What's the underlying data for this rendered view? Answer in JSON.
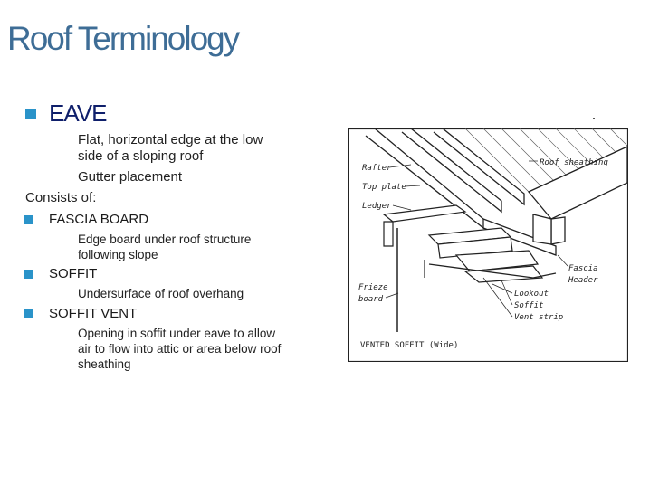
{
  "slide": {
    "title": "Roof Terminology",
    "eave": {
      "heading": "EAVE",
      "lines": [
        "Flat, horizontal edge at the low",
        "side of a sloping roof",
        "Gutter placement"
      ]
    },
    "consists_of": "Consists of:",
    "items": [
      {
        "heading": "FASCIA BOARD",
        "lines": [
          "Edge board under roof structure",
          "following slope"
        ]
      },
      {
        "heading": "SOFFIT",
        "lines": [
          "Undersurface of roof overhang"
        ]
      },
      {
        "heading": "SOFFIT VENT",
        "lines": [
          "Opening in soffit under eave to allow",
          "air to flow into attic or area below roof",
          "sheathing"
        ]
      }
    ]
  },
  "figure": {
    "labels": {
      "rafter": "Rafter",
      "top_plate": "Top plate",
      "ledger": "Ledger",
      "roof_sheathing": "Roof sheathing",
      "fascia": "Fascia",
      "header": "Header",
      "frieze1": "Frieze",
      "frieze2": "board",
      "lookout": "Lookout",
      "soffit": "Soffit",
      "vent_strip": "Vent strip",
      "caption": "VENTED SOFFIT (Wide)"
    }
  },
  "colors": {
    "title": "#3e6d96",
    "bullet": "#2a93c9",
    "eave_heading": "#0f1f6b"
  }
}
